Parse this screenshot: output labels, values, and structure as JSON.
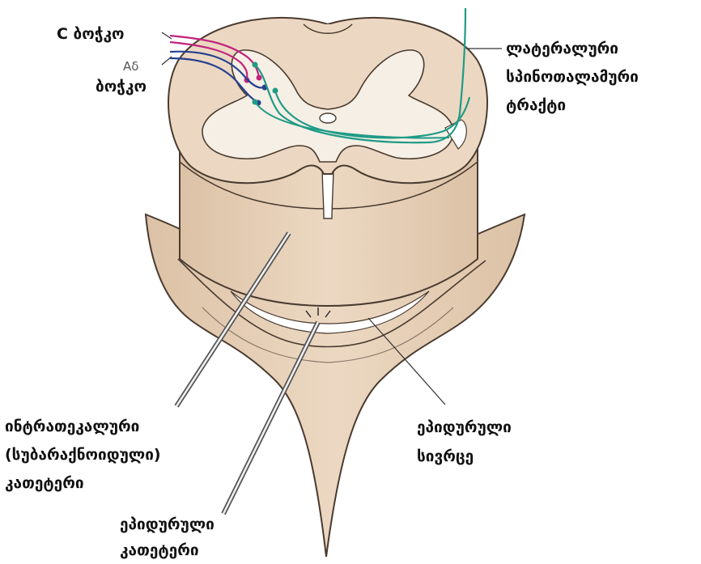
{
  "labels": {
    "c_fiber": "C ბოჭკო",
    "a_delta": "Aδ",
    "a_delta_fiber": "ბოჭკო",
    "lateral_tract": [
      "ლატერალური",
      "სპინოთალამური",
      "ტრაქტი"
    ],
    "intrathecal_catheter": [
      "ინტრათეკალური",
      "(სუბარაქნოიდული)",
      "კათეტერი"
    ],
    "epidural_space": [
      "ეპიდურული",
      "სივრცე"
    ],
    "epidural_catheter": [
      "ეპიდურული",
      "კათეტერი"
    ]
  },
  "colors": {
    "c_fiber": "#c0247e",
    "a_delta_fiber": "#25408f",
    "spinothalamic": "#1f9b86",
    "tissue": "#e8d2bb",
    "grey_matter": "#f4ece0",
    "outline": "#4a3b30"
  }
}
